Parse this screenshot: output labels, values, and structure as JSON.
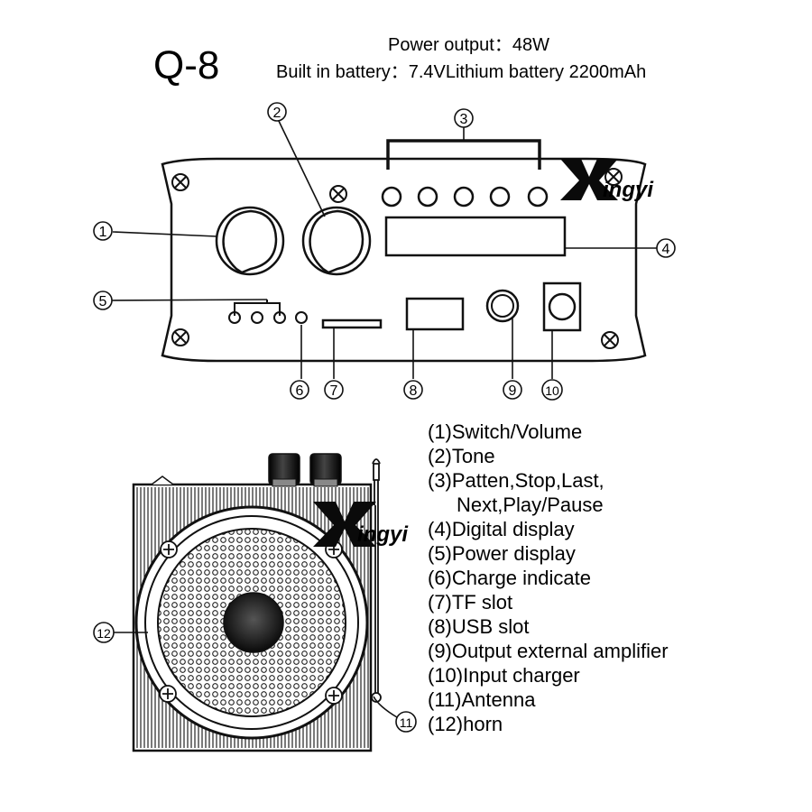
{
  "header": {
    "model": "Q-8",
    "power_output": "Power output：48W",
    "battery": "Built in battery：7.4VLithium battery  2200mAh"
  },
  "watermark": {
    "letter_mark": "X",
    "suffix": "ingyi"
  },
  "callouts": {
    "c1": "1",
    "c2": "2",
    "c3": "3",
    "c4": "4",
    "c5": "5",
    "c6": "6",
    "c7": "7",
    "c8": "8",
    "c9": "9",
    "c10": "10",
    "c11": "11",
    "c12": "12"
  },
  "legend": [
    "(1)Switch/Volume",
    "(2)Tone",
    "(3)Patten,Stop,Last,",
    "Next,Play/Pause",
    "(4)Digital display",
    "(5)Power display",
    "(6)Charge indicate",
    "(7)TF slot",
    "(8)USB slot",
    "(9)Output external amplifier",
    "(10)Input charger",
    "(11)Antenna",
    "(12)horn"
  ],
  "colors": {
    "ink": "#111111",
    "paper": "#ffffff",
    "speaker_cone": "#1a1a1a",
    "knob": "#151515"
  }
}
